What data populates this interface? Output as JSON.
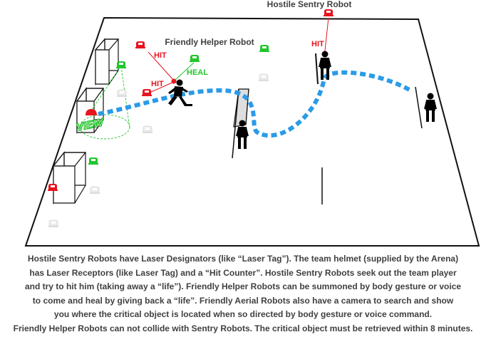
{
  "labels": {
    "hostile_title": "Hostile Sentry Robot",
    "friendly_title": "Friendly Helper Robot",
    "hit": "HIT",
    "heal": "HEAL",
    "view": "VIEW"
  },
  "colors": {
    "hostile": "#e8141e",
    "friendly": "#22c62a",
    "path": "#2a9be8",
    "arena_outline": "#111111",
    "caption_text": "#404040"
  },
  "caption_lines": [
    "Hostile Sentry Robots have Laser Designators (like “Laser Tag”). The team helmet (supplied by the Arena)",
    "has Laser Receptors (like Laser Tag) and a “Hit Counter”. Hostile Sentry Robots seek out the team player",
    "and try to hit him (taking away a “life”). Friendly Helper Robots can be summoned by body gesture or voice",
    "to come and heal by giving back a “life”. Friendly Aerial Robots also have a camera to search and show",
    "you where the critical object is located when so directed by body gesture or voice command.",
    "Friendly Helper Robots can not collide with Sentry Robots. The critical object must be retrieved within 8 minutes."
  ],
  "icons": [
    "hostile-robot-icon",
    "friendly-robot-icon",
    "inactive-robot-icon",
    "player-icon",
    "critical-object-icon"
  ]
}
